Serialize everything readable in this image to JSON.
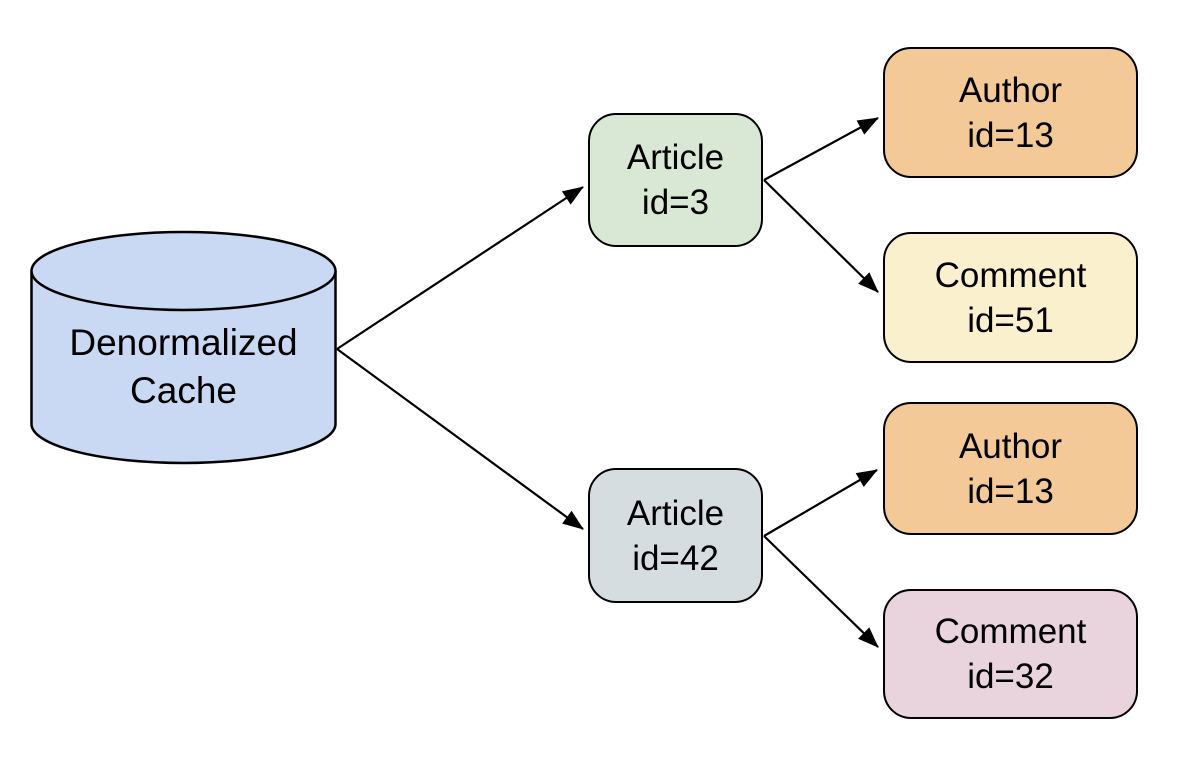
{
  "diagram": {
    "background": "#ffffff",
    "stroke_color": "#000000",
    "nodes": {
      "cache": {
        "shape": "cylinder",
        "line1": "Denormalized",
        "line2": "Cache",
        "fill": "#c9d8f3"
      },
      "article_3": {
        "name": "Article",
        "id": "id=3",
        "fill": "#d9e8d4"
      },
      "article_42": {
        "name": "Article",
        "id": "id=42",
        "fill": "#d5dde1"
      },
      "author_13_top": {
        "name": "Author",
        "id": "id=13",
        "fill": "#f3c998"
      },
      "comment_51": {
        "name": "Comment",
        "id": "id=51",
        "fill": "#faf0cd"
      },
      "author_13_bottom": {
        "name": "Author",
        "id": "id=13",
        "fill": "#f3c998"
      },
      "comment_32": {
        "name": "Comment",
        "id": "id=32",
        "fill": "#e9d4dd"
      }
    },
    "edges": [
      {
        "from": "cache",
        "to": "article_3"
      },
      {
        "from": "cache",
        "to": "article_42"
      },
      {
        "from": "article_3",
        "to": "author_13_top"
      },
      {
        "from": "article_3",
        "to": "comment_51"
      },
      {
        "from": "article_42",
        "to": "author_13_bottom"
      },
      {
        "from": "article_42",
        "to": "comment_32"
      }
    ]
  }
}
